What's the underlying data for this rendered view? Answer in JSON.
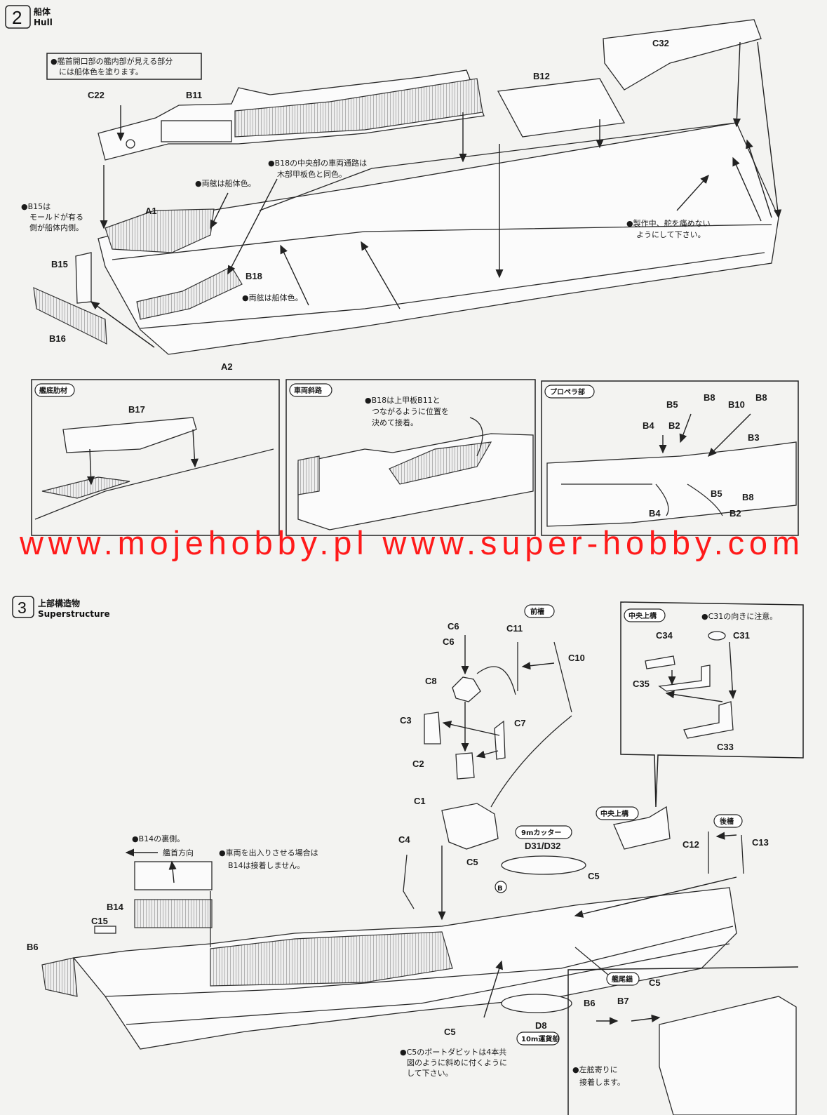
{
  "step2": {
    "number": "2",
    "title_jp": "船体",
    "title_en": "Hull",
    "note_box": [
      "●艦首開口部の艦内部が見える部分",
      "には船体色を塗ります。"
    ],
    "parts": {
      "c22": "C22",
      "b11": "B11",
      "b12": "B12",
      "c32": "C32",
      "a1": "A1",
      "b15": "B15",
      "b18": "B18",
      "b16": "B16",
      "a2": "A2"
    },
    "notes": {
      "b18_center": [
        "●B18の中央部の車両通路は",
        "木部甲板色と同色。"
      ],
      "sides_hull_color_1": "●両舷は船体色。",
      "b15": [
        "●B15は",
        "モールドが有る",
        "側が船体内側。"
      ],
      "sides_hull_color_2": "●両舷は船体色。",
      "rudder": [
        "●製作中、舵を痛めない",
        "ようにして下さい。"
      ]
    },
    "insets": [
      {
        "title": "艦底肋材",
        "parts": [
          "B17"
        ]
      },
      {
        "title": "車両斜路",
        "note": [
          "●B18は上甲板B11と",
          "つながるように位置を",
          "決めて接着。"
        ]
      },
      {
        "title": "プロペラ部",
        "parts": [
          "B5",
          "B8",
          "B10",
          "B8",
          "B4",
          "B2",
          "B3",
          "B5",
          "B8",
          "B4",
          "B2"
        ]
      }
    ]
  },
  "watermark": "www.mojehobby.pl www.super-hobby.com",
  "step3": {
    "number": "3",
    "title_jp": "上部構造物",
    "title_en": "Superstructure",
    "groups": {
      "foremast": "前檣",
      "central": "中央上構",
      "mainmast": "後檣",
      "cutter": "9mカッター",
      "cutter_parts": "D31/D32",
      "launch": "10m運貨船",
      "launch_part": "D8",
      "stern_anchor": "艦尾錨",
      "sprue_b": "B"
    },
    "parts": {
      "c6a": "C6",
      "c6b": "C6",
      "c11": "C11",
      "c10": "C10",
      "c8": "C8",
      "c3": "C3",
      "c7": "C7",
      "c2": "C2",
      "c1": "C1",
      "c4": "C4",
      "c5a": "C5",
      "c5b": "C5",
      "c5c": "C5",
      "c5d": "C5",
      "c12": "C12",
      "c13": "C13",
      "b14": "B14",
      "c15": "C15",
      "b6": "B6",
      "b6s": "B6",
      "b7": "B7"
    },
    "central_inset": {
      "title": "中央上構",
      "note": "●C31の向きに注意。",
      "parts": {
        "c34": "C34",
        "c31": "C31",
        "c35": "C35",
        "c33": "C33"
      }
    },
    "notes": {
      "b14_back": "●B14の裏側。",
      "bow_direction": "艦首方向",
      "b14_vehicle": [
        "●車両を出入りさせる場合は",
        "B14は接着しません。"
      ],
      "c5_davit": [
        "●C5のボートダビットは4本共",
        "図のように斜めに付くように",
        "して下さい。"
      ],
      "port_side": [
        "●左舷寄りに",
        "接着します。"
      ]
    }
  }
}
